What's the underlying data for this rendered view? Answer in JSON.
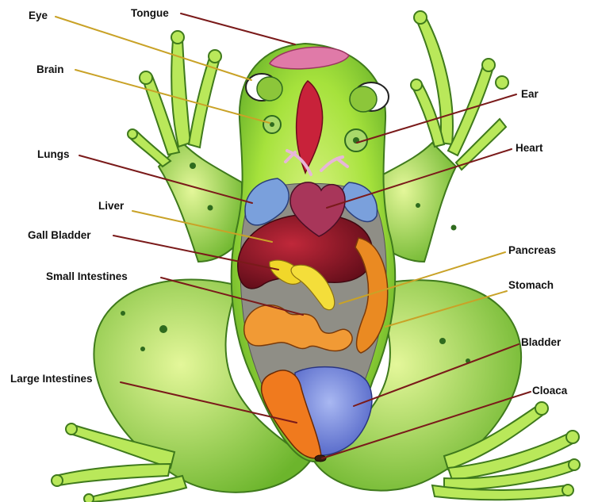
{
  "labels": {
    "eye": "Eye",
    "tongue": "Tongue",
    "brain": "Brain",
    "ear": "Ear",
    "lungs": "Lungs",
    "heart": "Heart",
    "liver": "Liver",
    "gall_bladder": "Gall Bladder",
    "pancreas": "Pancreas",
    "small_intestines": "Small Intestines",
    "stomach": "Stomach",
    "bladder": "Bladder",
    "large_intestines": "Large Intestines",
    "cloaca": "Cloaca"
  },
  "colors": {
    "skin": "#9ee03a",
    "skin_dark": "#5fa82a",
    "spots": "#2f6b1e",
    "tongue": "#e07aa8",
    "brain": "#c8223a",
    "lungs": "#6f97d6",
    "heart": "#a8365a",
    "liver": "#8e1626",
    "gall_bladder": "#f1d72a",
    "intestine": "#f08a22",
    "bladder": "#7088e0",
    "cavity": "#8c8c80",
    "leader_gold": "#c9a227",
    "leader_red": "#7a1a1a"
  }
}
